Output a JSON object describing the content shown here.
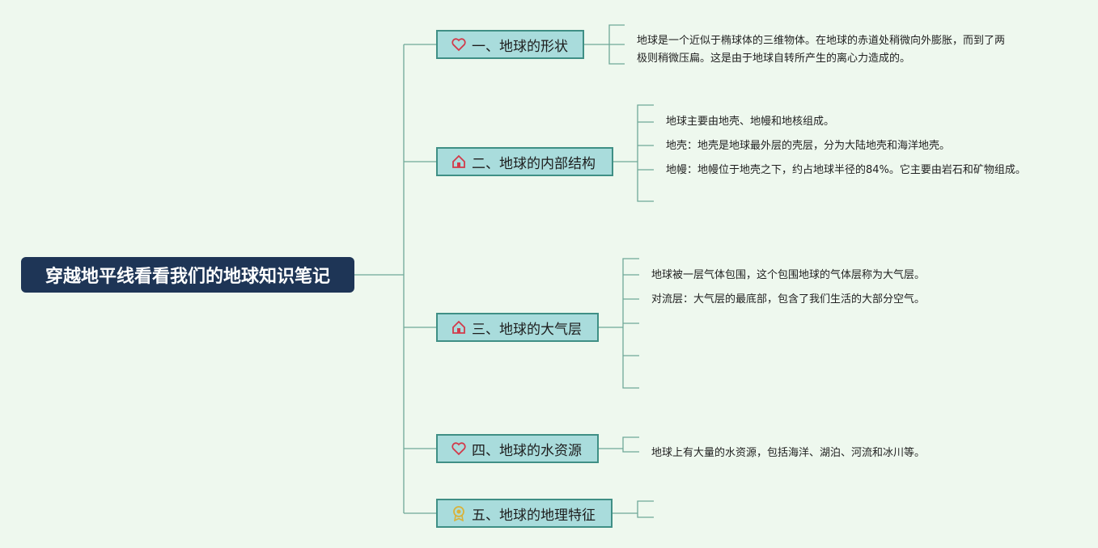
{
  "root": {
    "title": "穿越地平线看看我们的地球知识笔记"
  },
  "branches": [
    {
      "label": "一、地球的形状",
      "icon": "heart-icon",
      "color": "#d23a4a",
      "notes": [
        "地球是一个近似于椭球体的三维物体。在地球的赤道处稍微向外膨胀，而到了两",
        "极则稍微压扁。这是由于地球自转所产生的离心力造成的。"
      ]
    },
    {
      "label": "二、地球的内部结构",
      "icon": "house-icon",
      "color": "#d23a4a",
      "notes": [
        "地球主要由地壳、地幔和地核组成。",
        "地壳：地壳是地球最外层的壳层，分为大陆地壳和海洋地壳。",
        "地幔：地幔位于地壳之下，约占地球半径的84%。它主要由岩石和矿物组成。"
      ]
    },
    {
      "label": "三、地球的大气层",
      "icon": "house-icon",
      "color": "#d23a4a",
      "notes": [
        "地球被一层气体包围，这个包围地球的气体层称为大气层。",
        "对流层：大气层的最底部，包含了我们生活的大部分空气。"
      ]
    },
    {
      "label": "四、地球的水资源",
      "icon": "heart-icon",
      "color": "#d23a4a",
      "notes": [
        "地球上有大量的水资源，包括海洋、湖泊、河流和冰川等。"
      ]
    },
    {
      "label": "五、地球的地理特征",
      "icon": "award-icon",
      "color": "#d9b23a",
      "notes": []
    }
  ],
  "colors": {
    "line": "#6fa898",
    "root_bg": "#1e3556",
    "branch_bg": "#a9dcdc"
  }
}
